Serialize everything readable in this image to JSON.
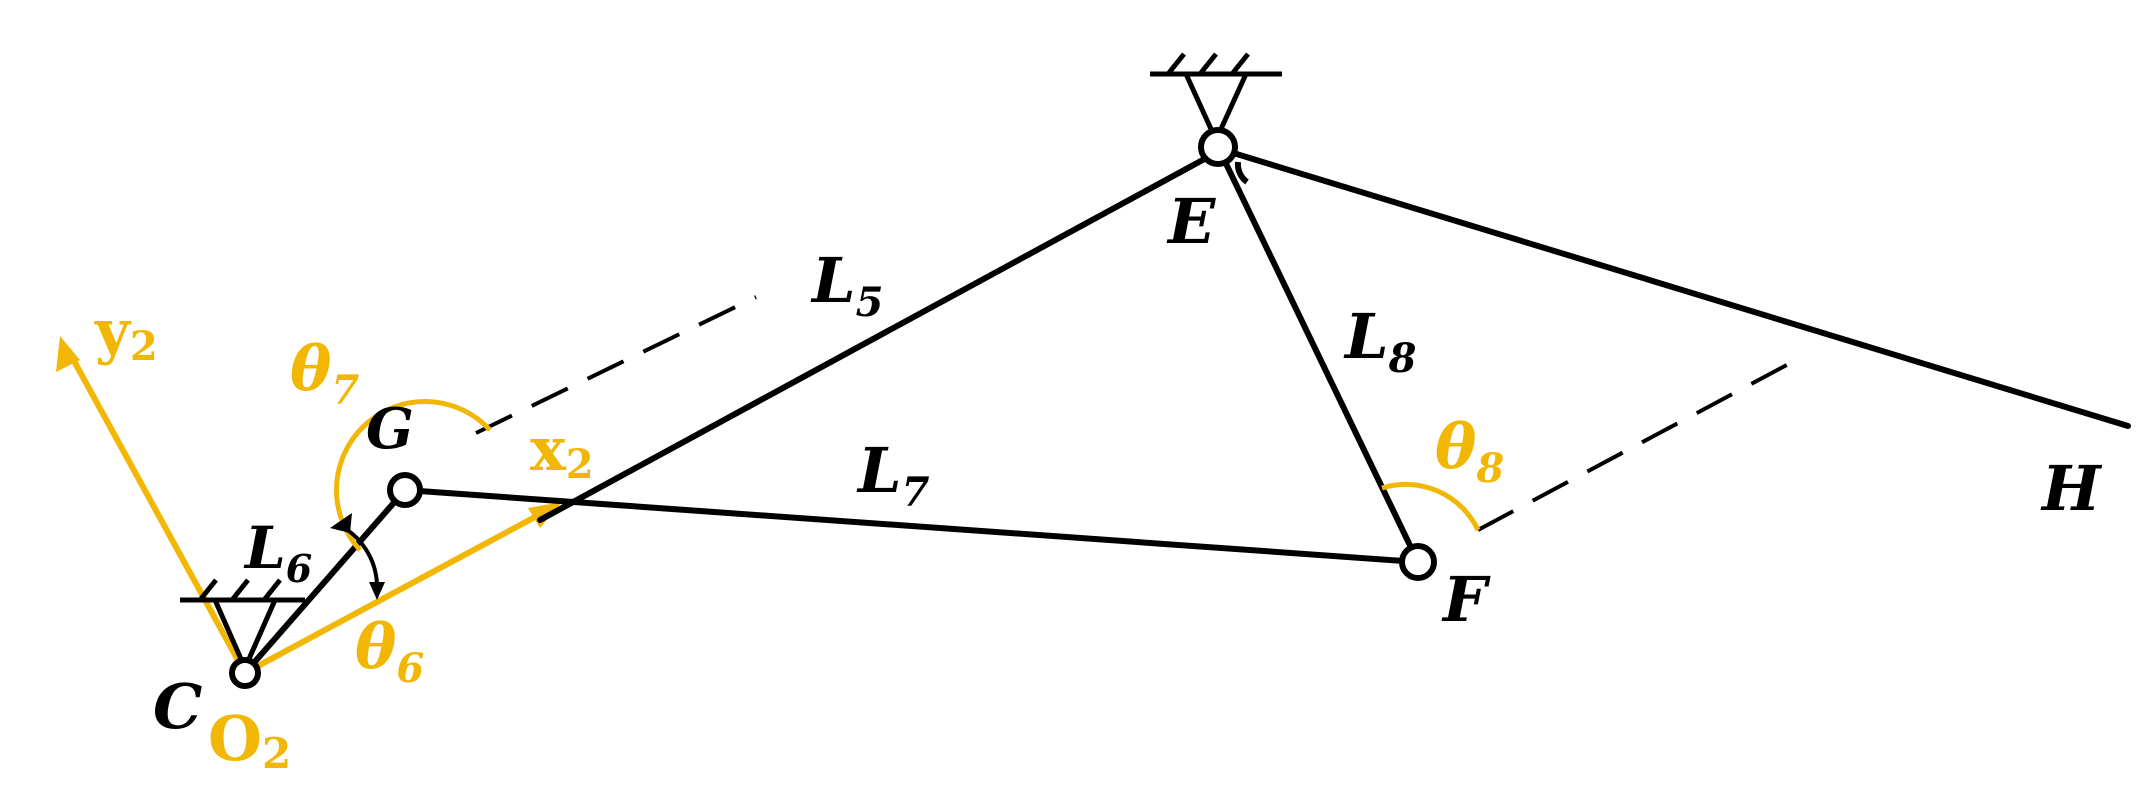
{
  "colors": {
    "link": "#000000",
    "accent": "#F2B705"
  },
  "points": {
    "C": "C",
    "O": "O",
    "O_sub": "2",
    "G": "G",
    "E": "E",
    "F": "F",
    "H": "H"
  },
  "links": {
    "L5": {
      "main": "L",
      "sub": "5"
    },
    "L6": {
      "main": "L",
      "sub": "6"
    },
    "L7": {
      "main": "L",
      "sub": "7"
    },
    "L8": {
      "main": "L",
      "sub": "8"
    }
  },
  "angles": {
    "theta6": {
      "main": "θ",
      "sub": "6"
    },
    "theta7": {
      "main": "θ",
      "sub": "7"
    },
    "theta8": {
      "main": "θ",
      "sub": "8"
    }
  },
  "axes": {
    "x": {
      "main": "x",
      "sub": "2"
    },
    "y": {
      "main": "y",
      "sub": "2"
    }
  }
}
